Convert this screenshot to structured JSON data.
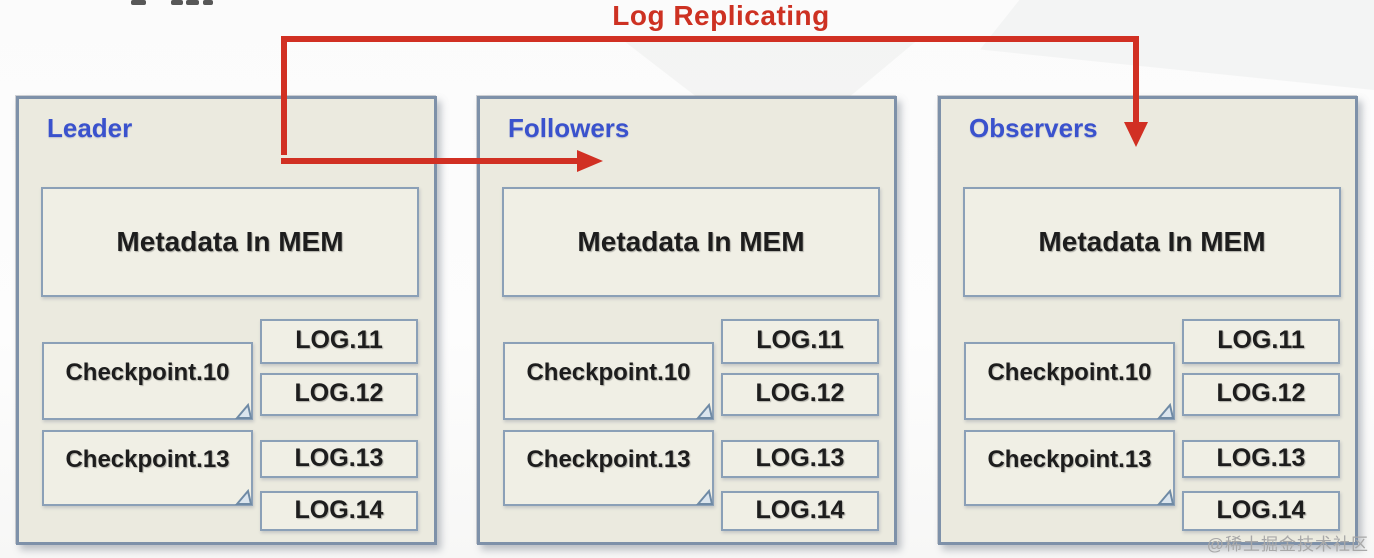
{
  "title": {
    "label": "Log Replicating"
  },
  "nodes": [
    {
      "label": "Leader",
      "memory": "Metadata In MEM",
      "checkpoints": [
        "Checkpoint.10",
        "Checkpoint.13"
      ],
      "logs": [
        "LOG.11",
        "LOG.12",
        "LOG.13",
        "LOG.14"
      ]
    },
    {
      "label": "Followers",
      "memory": "Metadata In MEM",
      "checkpoints": [
        "Checkpoint.10",
        "Checkpoint.13"
      ],
      "logs": [
        "LOG.11",
        "LOG.12",
        "LOG.13",
        "LOG.14"
      ]
    },
    {
      "label": "Observers",
      "memory": "Metadata In MEM",
      "checkpoints": [
        "Checkpoint.10",
        "Checkpoint.13"
      ],
      "logs": [
        "LOG.11",
        "LOG.12",
        "LOG.13",
        "LOG.14"
      ]
    }
  ],
  "watermark": "@稀土掘金技术社区",
  "colors": {
    "arrow_red": "#d13023",
    "title_red": "#cd3122",
    "label_blue": "#3a52cd",
    "node_fill": "#ebeadf",
    "node_border": "#7e91a9",
    "inner_border": "#8ba0b7",
    "text_dark": "#1d1d1d",
    "watermark_gray": "#a8a8a8"
  }
}
